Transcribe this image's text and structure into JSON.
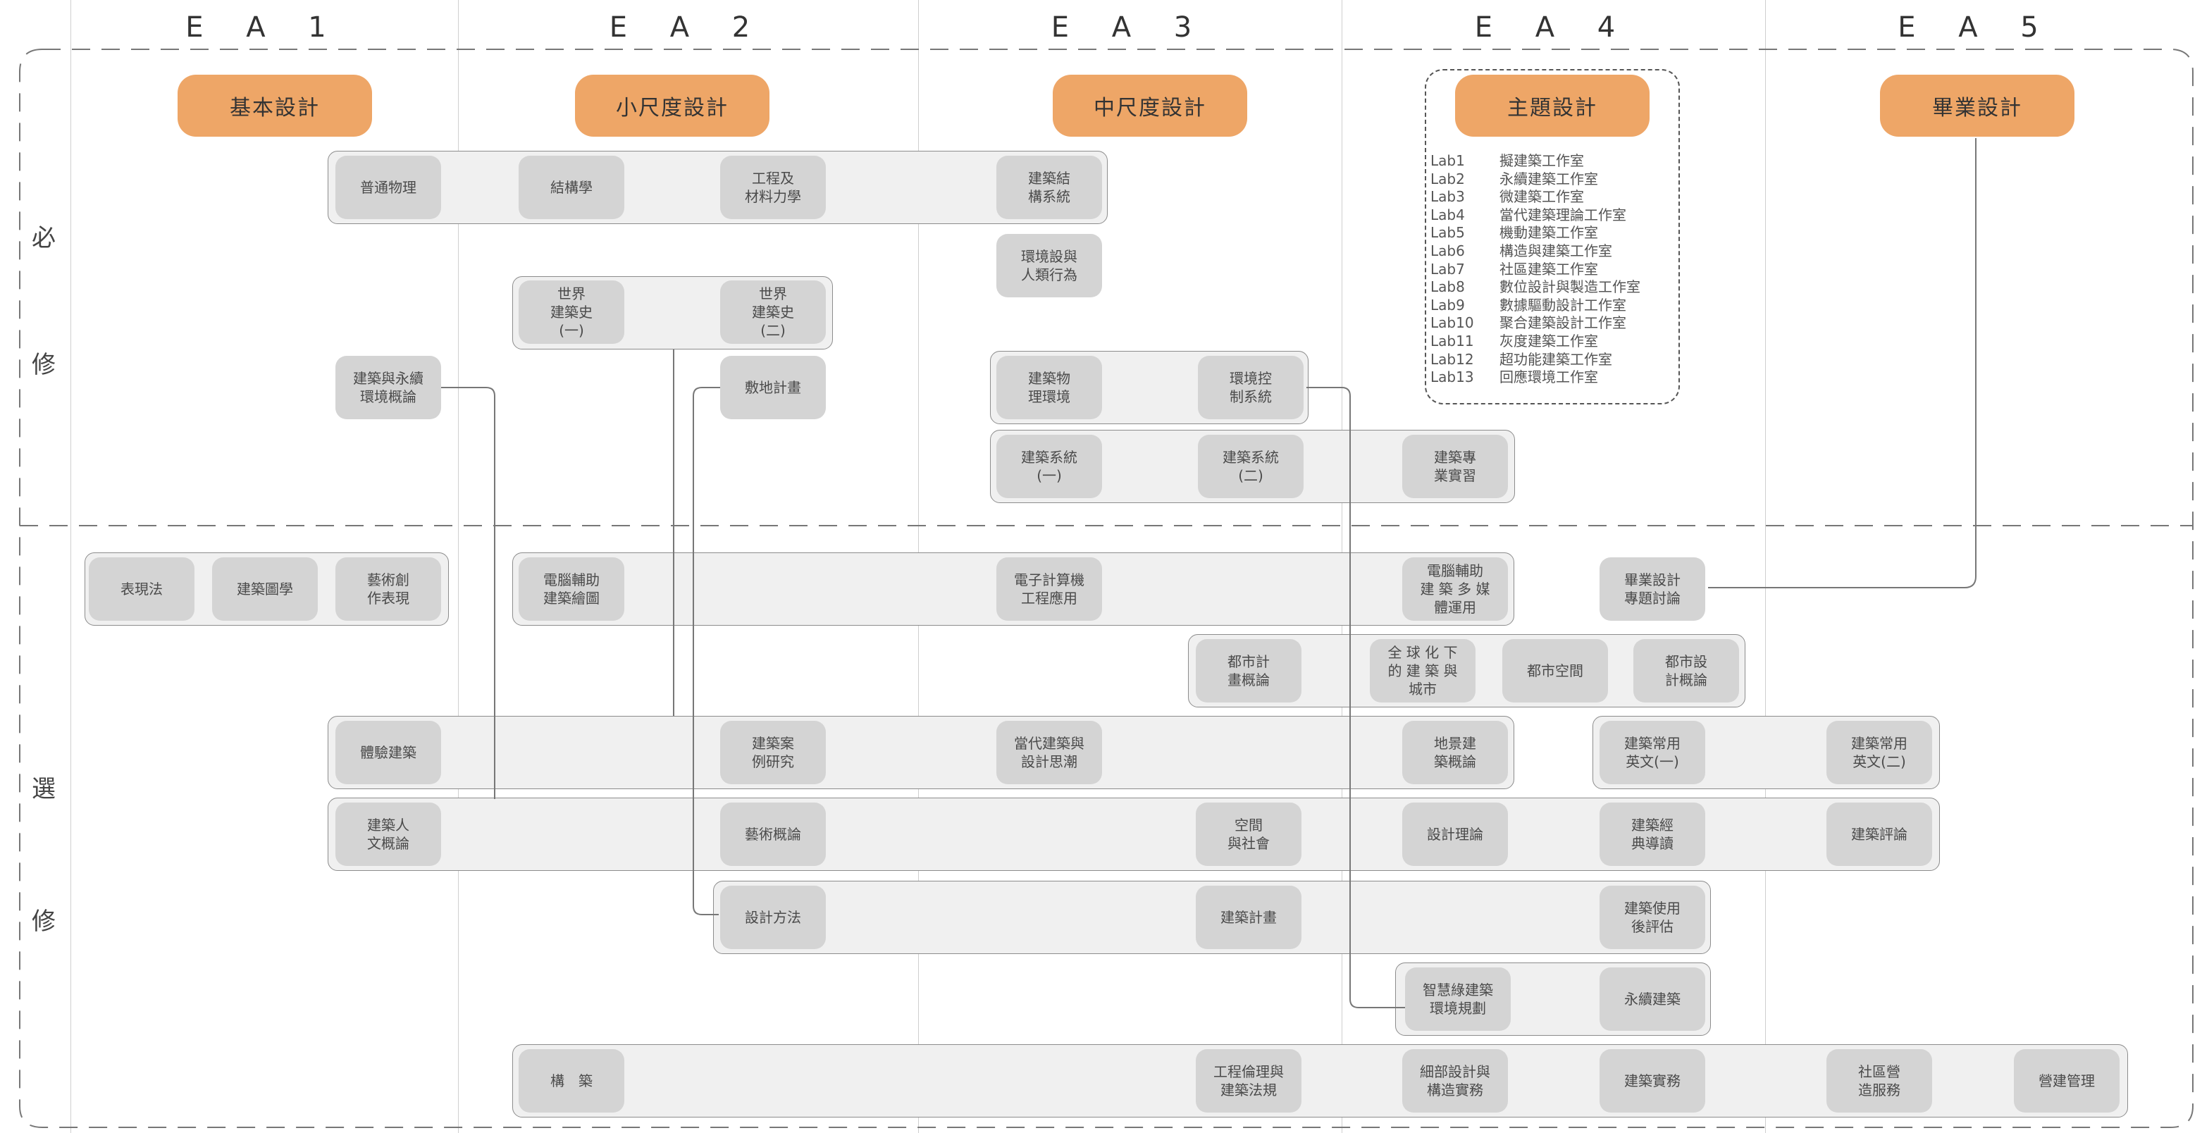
{
  "columns": [
    "E A 1",
    "E A 2",
    "E A 3",
    "E A 4",
    "E A 5"
  ],
  "sections": {
    "required": [
      "必",
      "修"
    ],
    "elective": [
      "選",
      "修"
    ]
  },
  "studios": [
    "基本設計",
    "小尺度設計",
    "中尺度設計",
    "主題設計",
    "畢業設計"
  ],
  "labs": [
    {
      "id": "Lab1",
      "name": "擬建築工作室"
    },
    {
      "id": "Lab2",
      "name": "永續建築工作室"
    },
    {
      "id": "Lab3",
      "name": "微建築工作室"
    },
    {
      "id": "Lab4",
      "name": "當代建築理論工作室"
    },
    {
      "id": "Lab5",
      "name": "機動建築工作室"
    },
    {
      "id": "Lab6",
      "name": "構造與建築工作室"
    },
    {
      "id": "Lab7",
      "name": "社區建築工作室"
    },
    {
      "id": "Lab8",
      "name": "數位設計與製造工作室"
    },
    {
      "id": "Lab9",
      "name": "數據驅動設計工作室"
    },
    {
      "id": "Lab10",
      "name": "聚合建築設計工作室"
    },
    {
      "id": "Lab11",
      "name": "灰度建築工作室"
    },
    {
      "id": "Lab12",
      "name": "超功能建築工作室"
    },
    {
      "id": "Lab13",
      "name": "回應環境工作室"
    }
  ],
  "courses": {
    "c01": "普通物理",
    "c02": "結構學",
    "c03": "工程及\n材料力學",
    "c04": "建築結\n構系統",
    "c05": "環境設與\n人類行為",
    "c06": "世界\n建築史\n(一)",
    "c07": "世界\n建築史\n(二)",
    "c08": "建築與永續\n環境概論",
    "c09": "敷地計畫",
    "c10": "建築物\n理環境",
    "c11": "環境控\n制系統",
    "c12": "建築系統\n(一)",
    "c13": "建築系統\n(二)",
    "c14": "建築專\n業實習",
    "c15": "表現法",
    "c16": "建築圖學",
    "c17": "藝術創\n作表現",
    "c18": "電腦輔助\n建築繪圖",
    "c19": "電子計算機\n工程應用",
    "c20": "電腦輔助\n建 築 多 媒\n體運用",
    "c21": "畢業設計\n專題討論",
    "c22": "都市計\n畫概論",
    "c23": "全 球 化 下\n的 建 築 與\n城市",
    "c24": "都市空間",
    "c25": "都市設\n計概論",
    "c26": "體驗建築",
    "c27": "建築案\n例研究",
    "c28": "當代建築與\n設計思潮",
    "c29": "地景建\n築概論",
    "c30": "建築常用\n英文(一)",
    "c31": "建築常用\n英文(二)",
    "c32": "建築人\n文概論",
    "c33": "藝術概論",
    "c34": "空間\n與社會",
    "c35": "設計理論",
    "c36": "建築經\n典導讀",
    "c37": "建築評論",
    "c38": "設計方法",
    "c39": "建築計畫",
    "c40": "建築使用\n後評估",
    "c41": "智慧綠建築\n環境規劃",
    "c42": "永續建築",
    "c43": "構　築",
    "c44": "工程倫理與\n建築法規",
    "c45": "細部設計與\n構造實務",
    "c46": "建築實務",
    "c47": "社區營\n造服務",
    "c48": "營建管理"
  }
}
